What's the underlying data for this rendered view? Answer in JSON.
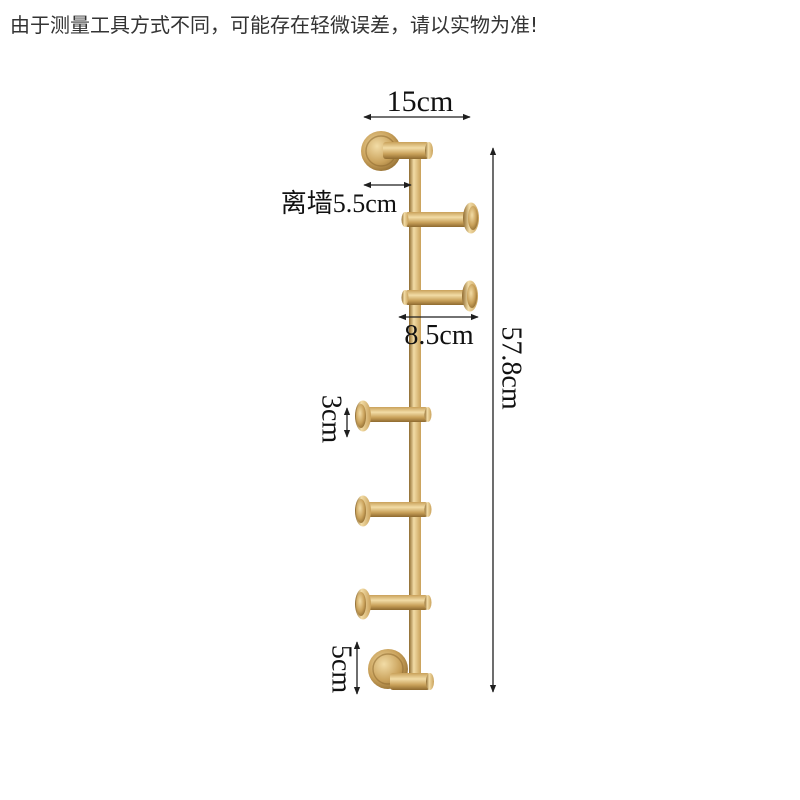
{
  "notice": "由于测量工具方式不同，可能存在轻微误差，请以实物为准!",
  "dimensions": {
    "width": "15cm",
    "wall_distance": "离墙5.5cm",
    "hook_length": "8.5cm",
    "hook_spacing": "3cm",
    "total_height": "57.8cm",
    "mount_height": "5cm"
  },
  "colors": {
    "background": "#ffffff",
    "dimension_line": "#1f1f1f",
    "label_text": "#111111",
    "gold_light": "#f2dca6",
    "gold_mid": "#c9a15a",
    "gold_dark": "#8e6a2f"
  }
}
